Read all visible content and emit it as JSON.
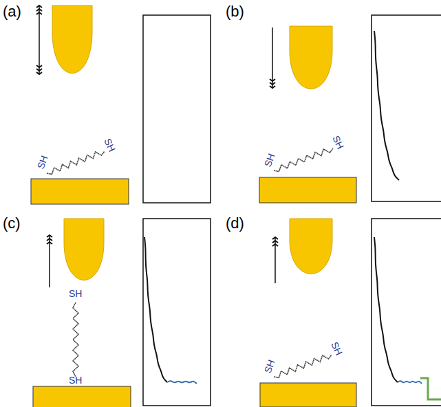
{
  "diagram": {
    "labels": [
      "(a)",
      "SH",
      "SH",
      "(b)",
      "SH",
      "SH",
      "(c)",
      "SH",
      "SH",
      "(d)",
      "SH",
      "SH"
    ]
  }
}
